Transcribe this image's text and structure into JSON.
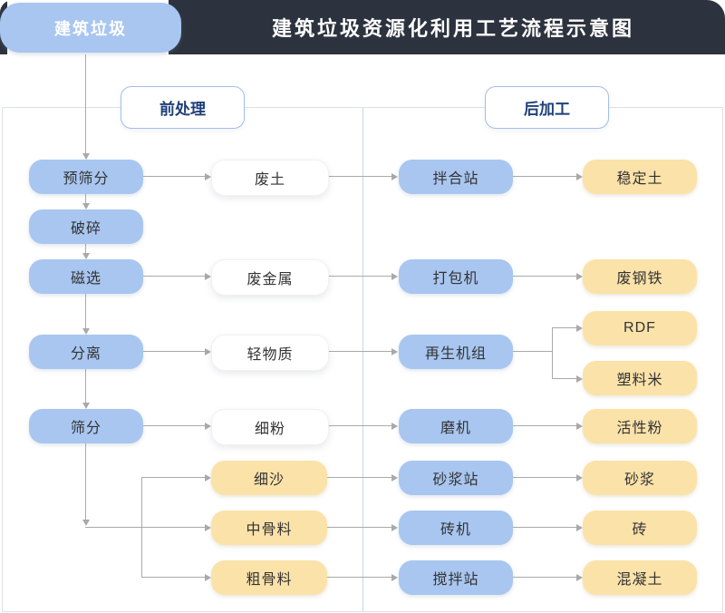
{
  "banner": {
    "source": "建筑垃圾",
    "title": "建筑垃圾资源化利用工艺流程示意图"
  },
  "sections": [
    {
      "id": "pre-processing",
      "label": "前处理"
    },
    {
      "id": "post-processing",
      "label": "后加工"
    }
  ],
  "columns": {
    "process": [
      "预筛分",
      "破碎",
      "磁选",
      "分离",
      "筛分"
    ],
    "materials": [
      "废土",
      "废金属",
      "轻物质",
      "细粉",
      "细沙",
      "中骨料",
      "粗骨料"
    ],
    "equipment": [
      "拌合站",
      "打包机",
      "再生机组",
      "磨机",
      "砂浆站",
      "砖机",
      "搅拌站"
    ],
    "products": [
      "稳定土",
      "废钢铁",
      "RDF",
      "塑料米",
      "活性粉",
      "砂浆",
      "砖",
      "混凝土"
    ]
  },
  "colors": {
    "header_bg": "#2d333e",
    "banner_text": "#ffffff",
    "node_blue": "#a8c6f0",
    "node_yellow": "#fbe2a9",
    "node_text": "#333333",
    "section_border": "#a3bde8",
    "section_text": "#1e3f78",
    "panel_border": "#dde1e8",
    "divider": "#ccd6e8",
    "line": "#a9a9a9"
  }
}
